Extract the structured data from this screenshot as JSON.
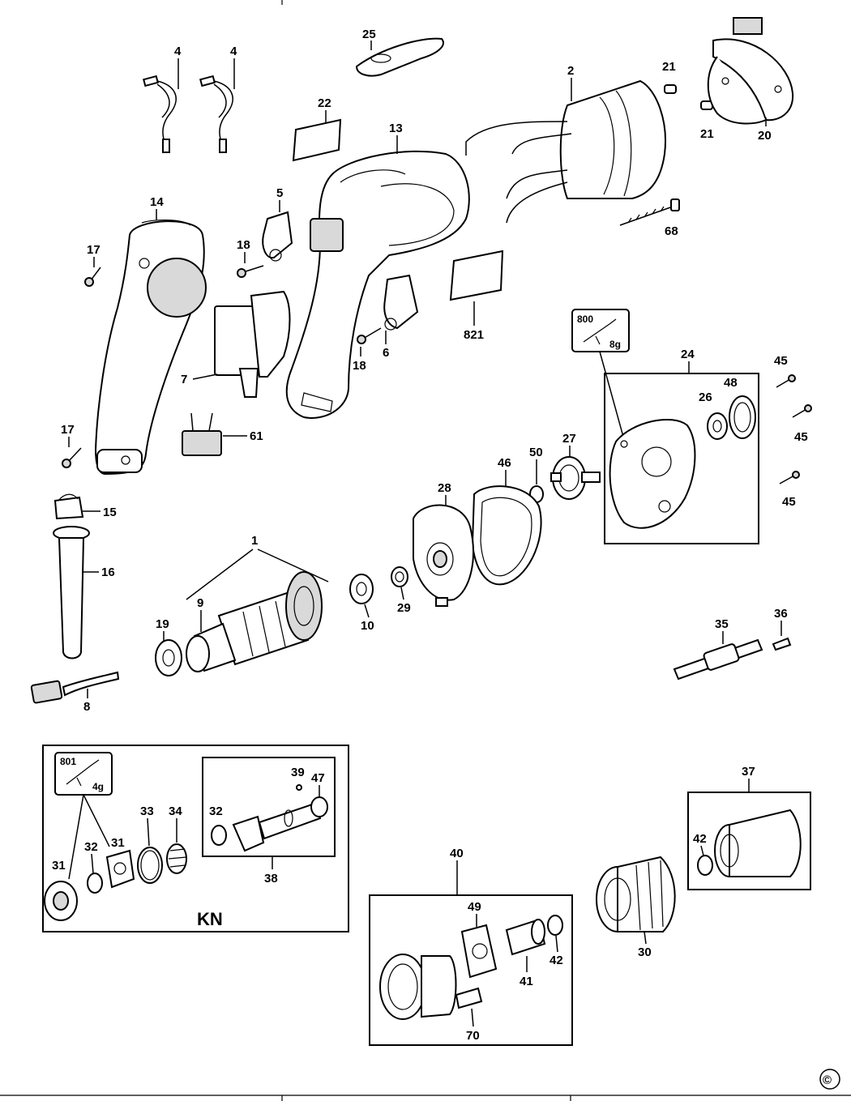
{
  "labels": {
    "p1": "1",
    "p2": "2",
    "p4a": "4",
    "p4b": "4",
    "p5": "5",
    "p6": "6",
    "p7": "7",
    "p8": "8",
    "p9": "9",
    "p10": "10",
    "p13": "13",
    "p14": "14",
    "p15": "15",
    "p16": "16",
    "p17a": "17",
    "p17b": "17",
    "p18a": "18",
    "p18b": "18",
    "p19": "19",
    "p20": "20",
    "p21a": "21",
    "p21b": "21",
    "p22": "22",
    "p24": "24",
    "p25": "25",
    "p26": "26",
    "p27": "27",
    "p28": "28",
    "p29": "29",
    "p30": "30",
    "p31a": "31",
    "p31b": "31",
    "p32a": "32",
    "p32b": "32",
    "p33": "33",
    "p34": "34",
    "p35": "35",
    "p36": "36",
    "p37": "37",
    "p38": "38",
    "p39": "39",
    "p40": "40",
    "p41": "41",
    "p42a": "42",
    "p42b": "42",
    "p45a": "45",
    "p45b": "45",
    "p45c": "45",
    "p46": "46",
    "p47": "47",
    "p48": "48",
    "p49": "49",
    "p50": "50",
    "p61": "61",
    "p68": "68",
    "p70": "70",
    "p821": "821"
  },
  "grease_800": {
    "code": "800",
    "amount": "8g"
  },
  "grease_801": {
    "code": "801",
    "amount": "4g"
  },
  "kit_label": "KN",
  "copyright": "©"
}
